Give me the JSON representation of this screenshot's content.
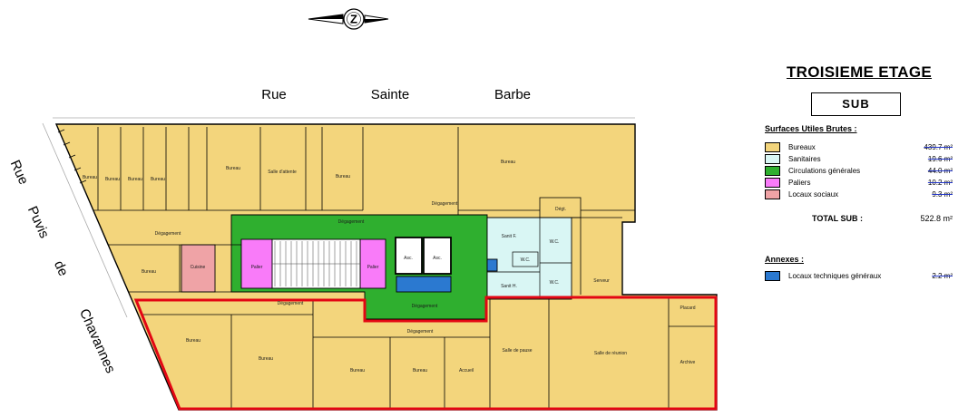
{
  "title": "TROISIEME ETAGE",
  "compass_letter": "Z",
  "streets": {
    "top": [
      "Rue",
      "Sainte",
      "Barbe"
    ],
    "left": [
      "Rue",
      "Puvis",
      "de",
      "Chavannes"
    ]
  },
  "legend": {
    "box_label": "SUB",
    "sub_heading": "Surfaces Utiles Brutes :",
    "items": [
      {
        "label": "Bureaux",
        "value": "439.7 m²",
        "color": "#F3D57C"
      },
      {
        "label": "Sanitaires",
        "value": "19.6 m²",
        "color": "#D9F6F4"
      },
      {
        "label": "Circulations générales",
        "value": "44.0 m²",
        "color": "#2FAF2F"
      },
      {
        "label": "Paliers",
        "value": "10.2 m²",
        "color": "#F97BF9"
      },
      {
        "label": "Locaux sociaux",
        "value": "9.3 m²",
        "color": "#EFA3A6"
      }
    ],
    "total_label": "TOTAL SUB :",
    "total_value": "522.8 m²",
    "annexes_heading": "Annexes :",
    "annexes": [
      {
        "label": "Locaux techniques généraux",
        "value": "2.2 m²",
        "color": "#2B79D0"
      }
    ]
  },
  "colors": {
    "outline_red": "#E30613",
    "walls": "#000000",
    "stair_fill": "#FFFFFF"
  },
  "plan": {
    "rooms": [
      "Bureau",
      "Bureau",
      "Bureau",
      "Bureau",
      "Bureau",
      "Salle d'attente",
      "Bureau",
      "Bureau",
      "Dégagement",
      "Dégt.",
      "Dégagement",
      "Bureau",
      "Cuisine",
      "Palier",
      "Palier",
      "Asc.",
      "Asc.",
      "Dégagement",
      "Dégagement",
      "Sanit F.",
      "W.C.",
      "W.C.",
      "Sanit H.",
      "W.C.",
      "Serveur",
      "Dégagement",
      "Bureau",
      "Bureau",
      "Bureau",
      "Bureau",
      "Accueil",
      "Dégagement",
      "Salle de pause",
      "Salle de réunion",
      "Archive",
      "Placard"
    ]
  }
}
